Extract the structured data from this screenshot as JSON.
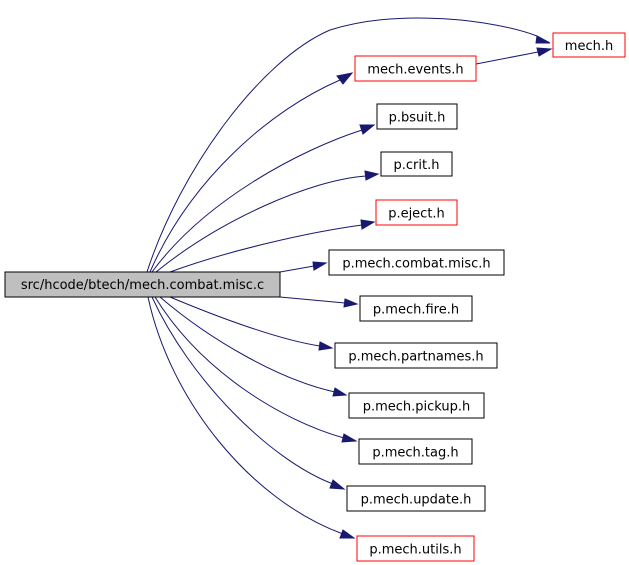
{
  "colors": {
    "edge": "#191970",
    "node_border_black": "#000000",
    "node_border_red": "#ff0000",
    "root_fill": "#bfbfbf",
    "node_fill": "#ffffff"
  },
  "root": {
    "label": "src/hcode/btech/mech.combat.misc.c"
  },
  "nodes": [
    {
      "id": "mech_h",
      "label": "mech.h",
      "link": true
    },
    {
      "id": "mech_events_h",
      "label": "mech.events.h",
      "link": true
    },
    {
      "id": "p_bsuit_h",
      "label": "p.bsuit.h",
      "link": false
    },
    {
      "id": "p_crit_h",
      "label": "p.crit.h",
      "link": false
    },
    {
      "id": "p_eject_h",
      "label": "p.eject.h",
      "link": true
    },
    {
      "id": "p_mech_combat_misc_h",
      "label": "p.mech.combat.misc.h",
      "link": false
    },
    {
      "id": "p_mech_fire_h",
      "label": "p.mech.fire.h",
      "link": false
    },
    {
      "id": "p_mech_partnames_h",
      "label": "p.mech.partnames.h",
      "link": false
    },
    {
      "id": "p_mech_pickup_h",
      "label": "p.mech.pickup.h",
      "link": false
    },
    {
      "id": "p_mech_tag_h",
      "label": "p.mech.tag.h",
      "link": false
    },
    {
      "id": "p_mech_update_h",
      "label": "p.mech.update.h",
      "link": false
    },
    {
      "id": "p_mech_utils_h",
      "label": "p.mech.utils.h",
      "link": true
    }
  ],
  "edges": [
    {
      "from": "root",
      "to": "mech_h"
    },
    {
      "from": "root",
      "to": "mech_events_h"
    },
    {
      "from": "mech_events_h",
      "to": "mech_h"
    },
    {
      "from": "root",
      "to": "p_bsuit_h"
    },
    {
      "from": "root",
      "to": "p_crit_h"
    },
    {
      "from": "root",
      "to": "p_eject_h"
    },
    {
      "from": "root",
      "to": "p_mech_combat_misc_h"
    },
    {
      "from": "root",
      "to": "p_mech_fire_h"
    },
    {
      "from": "root",
      "to": "p_mech_partnames_h"
    },
    {
      "from": "root",
      "to": "p_mech_pickup_h"
    },
    {
      "from": "root",
      "to": "p_mech_tag_h"
    },
    {
      "from": "root",
      "to": "p_mech_update_h"
    },
    {
      "from": "root",
      "to": "p_mech_utils_h"
    }
  ]
}
